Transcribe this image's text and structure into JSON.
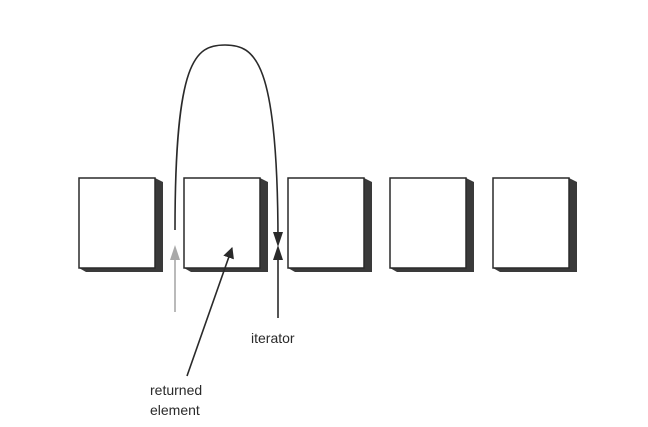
{
  "labels": {
    "iterator": "iterator",
    "returned_element_line1": "returned",
    "returned_element_line2": "element"
  },
  "diagram": {
    "element_count": 5,
    "returned_element_index": 1,
    "colors": {
      "box_face": "#ffffff",
      "box_border": "#2a2a2a",
      "box_shadow": "#3a3a3a",
      "arc": "#2a2a2a",
      "previous_pointer": "#a9a9a9",
      "iterator_pointer": "#2a2a2a"
    }
  }
}
